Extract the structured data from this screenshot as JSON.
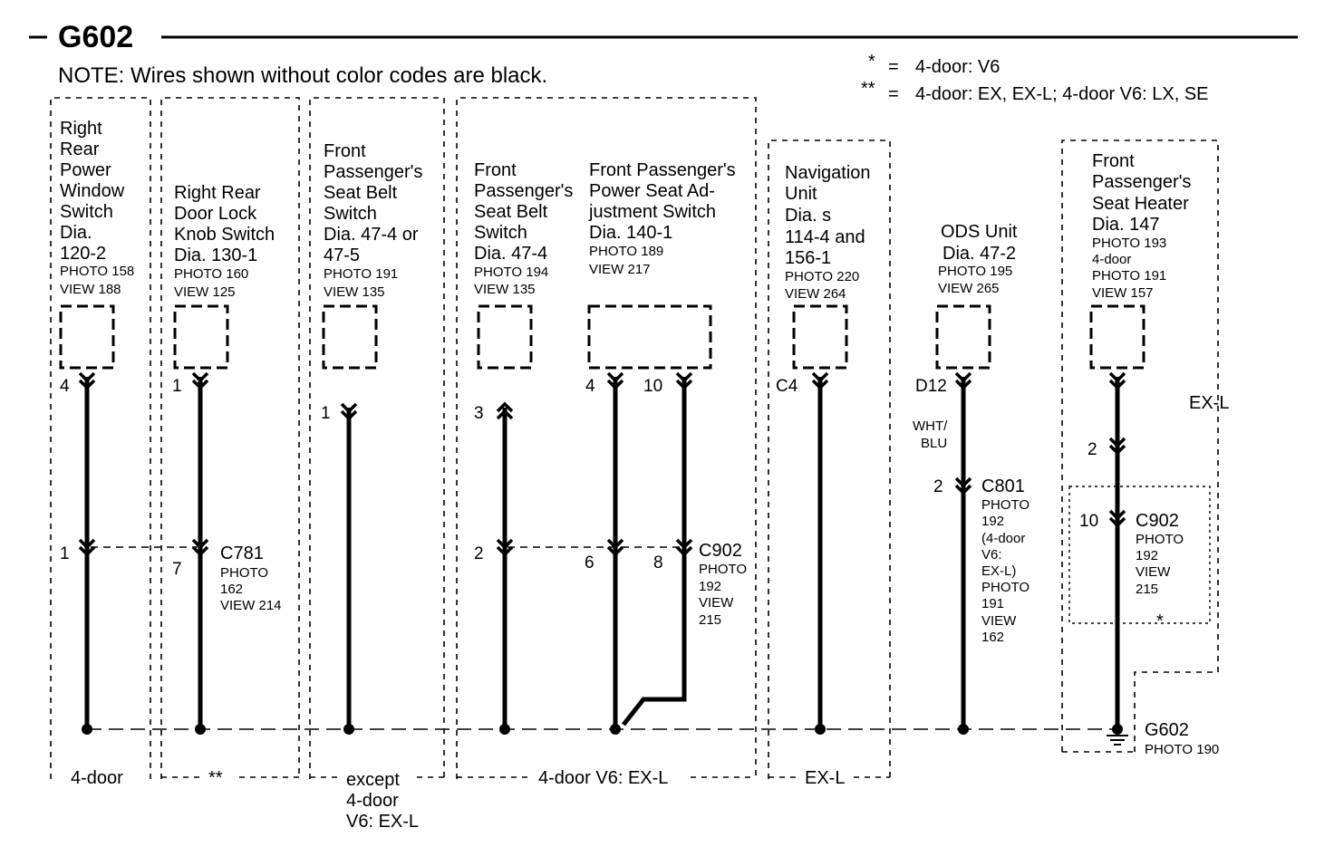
{
  "title": "G602",
  "note": "NOTE: Wires shown without color codes are black.",
  "legend": [
    {
      "mark": "*",
      "eq": "=",
      "text": "4-door: V6"
    },
    {
      "mark": "**",
      "eq": "=",
      "text": "4-door: EX, EX-L; 4-door V6: LX, SE"
    }
  ],
  "components": {
    "rr_window": {
      "big": [
        "Right",
        "Rear",
        "Power",
        "Window",
        "Switch",
        "Dia.",
        "120-2"
      ],
      "small": [
        "PHOTO 158",
        "VIEW 188"
      ],
      "pin": "4",
      "splice_pin": "1"
    },
    "rr_doorlock": {
      "big": [
        "Right Rear",
        "Door Lock",
        "Knob Switch",
        "Dia. 130-1"
      ],
      "small": [
        "PHOTO 160",
        "VIEW 125"
      ],
      "pin": "1",
      "splice_pin": "7"
    },
    "fp_seatbelt_a": {
      "big": [
        "Front",
        "Passenger's",
        "Seat Belt",
        "Switch",
        "Dia. 47-4 or",
        "47-5"
      ],
      "small": [
        "PHOTO 191",
        "VIEW 135"
      ],
      "pin": "1"
    },
    "fp_seatbelt_b": {
      "big": [
        "Front",
        "Passenger's",
        "Seat Belt",
        "Switch",
        "Dia. 47-4"
      ],
      "small": [
        "PHOTO 194",
        "VIEW 135"
      ],
      "pin": "3",
      "splice_pin": "2"
    },
    "fp_power_seat": {
      "big": [
        "Front Passenger's",
        "Power Seat Ad-",
        "justment Switch",
        "Dia. 140-1"
      ],
      "small": [
        "PHOTO 189",
        "VIEW 217"
      ],
      "pin_a": "4",
      "pin_b": "10",
      "splice_pin_a": "6",
      "splice_pin_b": "8"
    },
    "nav_unit": {
      "big": [
        "Navigation",
        "Unit",
        "Dia. s",
        "114-4 and",
        "156-1"
      ],
      "small": [
        "PHOTO 220",
        "VIEW 264"
      ],
      "pin": "C4"
    },
    "ods_unit": {
      "big": [
        "ODS Unit",
        "Dia. 47-2"
      ],
      "small": [
        "PHOTO 195",
        "VIEW 265"
      ],
      "pin": "D12",
      "wire_color": [
        "WHT/",
        "BLU"
      ],
      "conn_pin": "2"
    },
    "fp_seat_heater": {
      "big": [
        "Front",
        "Passenger's",
        "Seat Heater",
        "Dia. 147"
      ],
      "small": [
        "PHOTO 193",
        "4-door",
        "PHOTO 191",
        "VIEW 157"
      ],
      "pin": "2",
      "conn_pin": "10",
      "region": "EX-L"
    }
  },
  "connectors": {
    "c781": {
      "name": "C781",
      "lines": [
        "PHOTO",
        "162",
        "VIEW 214"
      ]
    },
    "c902": {
      "name": "C902",
      "lines": [
        "PHOTO",
        "192",
        "VIEW",
        "215"
      ]
    },
    "c801": {
      "name": "C801",
      "lines": [
        "PHOTO",
        "192",
        "(4-door",
        "V6:",
        "EX-L)",
        "PHOTO",
        "191",
        "VIEW",
        "162"
      ]
    },
    "c902_heater": {
      "name": "C902",
      "lines": [
        "PHOTO",
        "192",
        "VIEW",
        "215"
      ],
      "mark": "*"
    }
  },
  "ground": {
    "name": "G602",
    "photo": "PHOTO 190"
  },
  "footers": {
    "f1": "4-door",
    "f2": "**",
    "f3": [
      "except",
      "4-door",
      "V6: EX-L"
    ],
    "f4": "4-door V6: EX-L",
    "f5": "EX-L"
  }
}
